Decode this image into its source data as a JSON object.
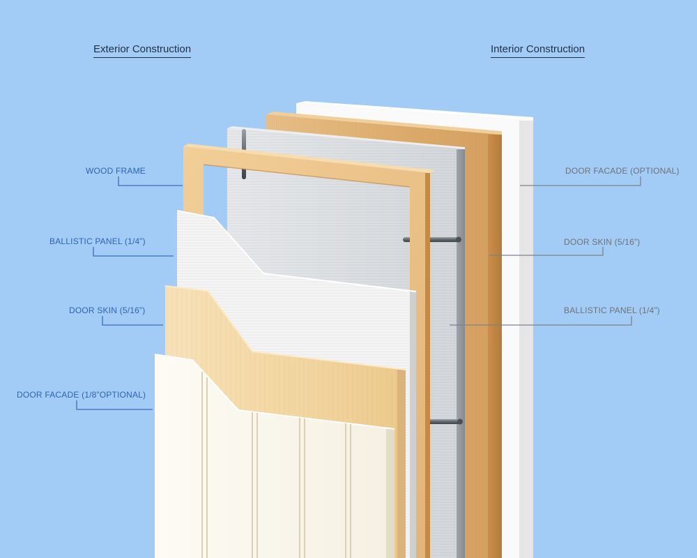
{
  "headings": {
    "exterior": "Exterior Construction",
    "interior": "Interior Construction"
  },
  "exterior_labels": {
    "wood_frame": "WOOD FRAME",
    "ballistic_panel": "BALLISTIC PANEL (1/4”)",
    "door_skin": "DOOR SKIN (5/16”)",
    "door_facade": "DOOR FACADE (1/8”OPTIONAL)"
  },
  "interior_labels": {
    "door_facade": "DOOR FACADE (OPTIONAL)",
    "door_skin": "DOOR SKIN (5/16”)",
    "ballistic_panel": "BALLISTIC PANEL (1/4”)"
  },
  "colors": {
    "background": "#a2cbf5",
    "exterior_label": "#2d62b8",
    "interior_label": "#6e7278",
    "leader_exterior": "#3a6cc0",
    "leader_interior": "#7d8288",
    "wood_light": "#f4d9a8",
    "wood_dark": "#d9a866",
    "ballistic": "#d7d9dc",
    "facade": "#fbf8ee"
  }
}
